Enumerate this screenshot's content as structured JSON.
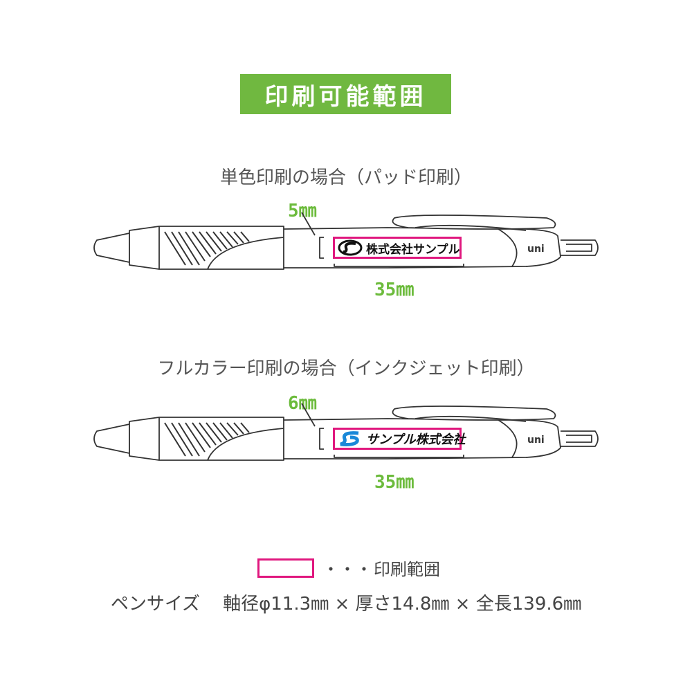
{
  "title": "印刷可能範囲",
  "sections": [
    {
      "label": "単色印刷の場合（パッド印刷）",
      "height_dim": "5㎜",
      "width_dim": "35㎜",
      "company": "株式会社サンプル"
    },
    {
      "label": "フルカラー印刷の場合（インクジェット印刷）",
      "height_dim": "6㎜",
      "width_dim": "35㎜",
      "company": "サンプル株式会社"
    }
  ],
  "brand": "uni",
  "legend": {
    "dots": "・・・",
    "text": "印刷範囲"
  },
  "spec": {
    "label": "ペンサイズ",
    "diameter": "軸径φ11.3㎜",
    "times1": "×",
    "thickness": "厚さ14.8㎜",
    "times2": "×",
    "length": "全長139.6㎜"
  },
  "colors": {
    "accent_green": "#70b840",
    "dimension_green": "#6cbb3c",
    "print_area_magenta": "#e0177e",
    "logo_blue": "#1a88d8"
  }
}
